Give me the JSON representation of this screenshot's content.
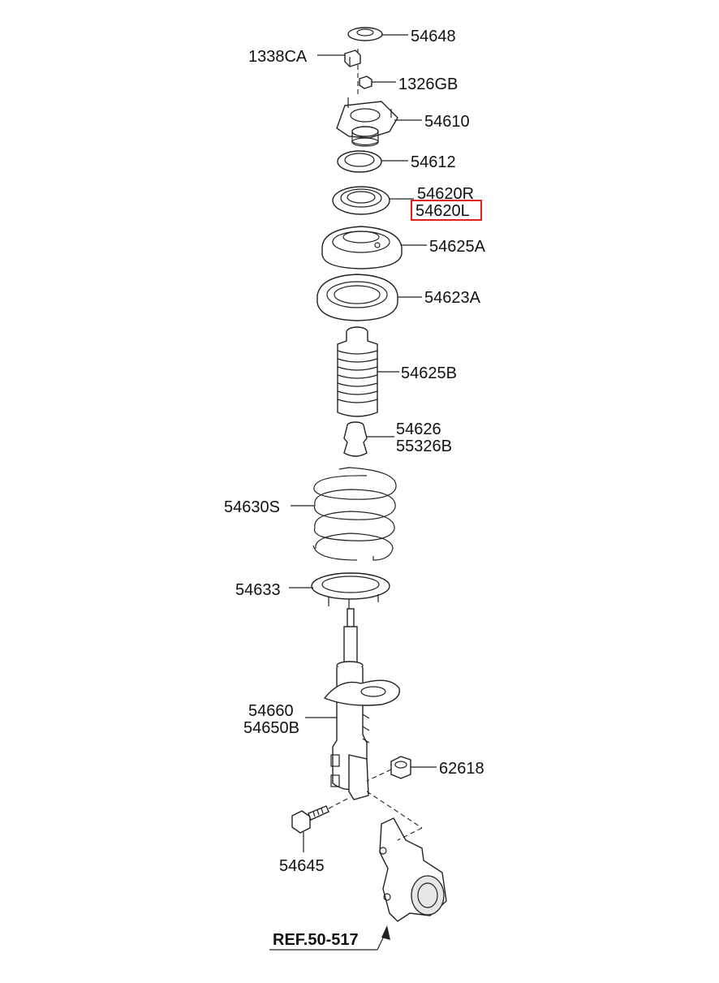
{
  "labels": {
    "p54648": "54648",
    "p1338CA": "1338CA",
    "p1326GB": "1326GB",
    "p54610": "54610",
    "p54612": "54612",
    "p54620R": "54620R",
    "p54620L": "54620L",
    "p54625A": "54625A",
    "p54623A": "54623A",
    "p54625B": "54625B",
    "p54626": "54626",
    "p55326B": "55326B",
    "p54630S": "54630S",
    "p54633": "54633",
    "p54660": "54660",
    "p54650B": "54650B",
    "p62618": "62618",
    "p54645": "54645",
    "ref": "REF.50-517"
  },
  "highlighted_part": "54620L",
  "colors": {
    "highlight": "#e0201b",
    "line": "#222222",
    "background": "#ffffff"
  }
}
